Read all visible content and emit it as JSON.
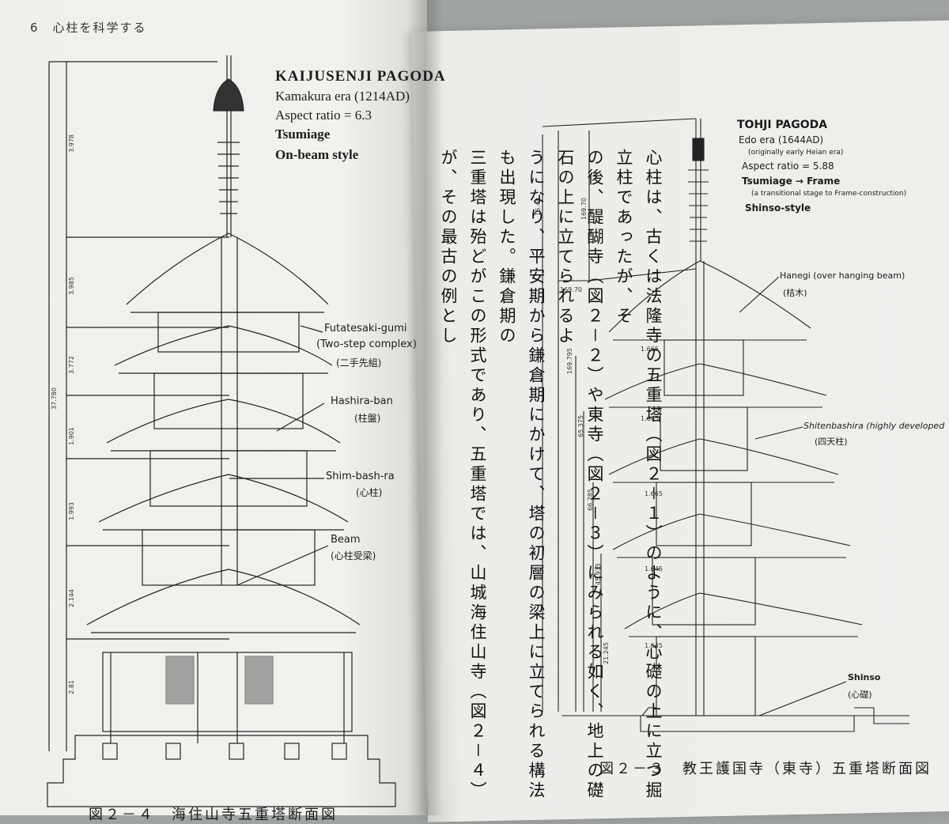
{
  "running_head": "6　心柱を科学する",
  "left_figure": {
    "title": "KAIJUSENJI PAGODA",
    "lines": [
      "Kamakura era (1214AD)",
      "Aspect ratio = 6.3",
      "Tsumiage",
      "On-beam style"
    ],
    "annotations": [
      {
        "en": "Futatesaki-gumi",
        "en2": "(Two-step complex)",
        "jp": "(二手先組)"
      },
      {
        "en": "Hashira-ban",
        "jp": "(柱盤)"
      },
      {
        "en": "Shim-bash-ra",
        "jp": "(心柱)"
      },
      {
        "en": "Beam",
        "jp": "(心柱受梁)"
      }
    ],
    "dimensions": [
      "3.978",
      "3.985",
      "3.772",
      "1.901",
      "1.993",
      "2.144",
      "2.81",
      "37.780"
    ],
    "caption": "図２－４　海住山寺五重塔断面図"
  },
  "body_text": [
    "心柱は、古くは法隆寺の五重塔（図２－１）のように、心礎の上に立つ掘立柱であったが、そ",
    "の後、醍醐寺（図２－２）や東寺（図２－３）にみられる如く、地上の礎石の上に立てられるよ",
    "うになり、平安期から鎌倉期にかけて、塔の初層の梁上に立てられる構法も出現した。鎌倉期の",
    "三重塔は殆どがこの形式であり、五重塔では、山城海住山寺（図２－４）が、その最古の例とし"
  ],
  "right_figure": {
    "title": "TOHJI PAGODA",
    "lines": [
      "Edo era (1644AD)",
      "(originally early Heian era)",
      "Aspect ratio = 5.88",
      "Tsumiage → Frame",
      "(a transitional stage to Frame-construction)",
      "Shinso-style"
    ],
    "annotations": [
      {
        "en": "Hanegi  (over hanging beam)",
        "jp": "(桔木)"
      },
      {
        "en": "Shitenbashira  (highly developed",
        "jp": "(四天柱)"
      },
      {
        "en": "Shinso",
        "jp": "(心礎)"
      }
    ],
    "dimensions": [
      "16.49",
      "169.70",
      "169.795",
      "65.375",
      "1.665",
      "1.665",
      "66.285",
      "1.665",
      "1.645",
      "45.935",
      "21.245",
      "1.645",
      "1.645"
    ],
    "caption": "図２－３　教王護国寺（東寺）五重塔断面図"
  }
}
